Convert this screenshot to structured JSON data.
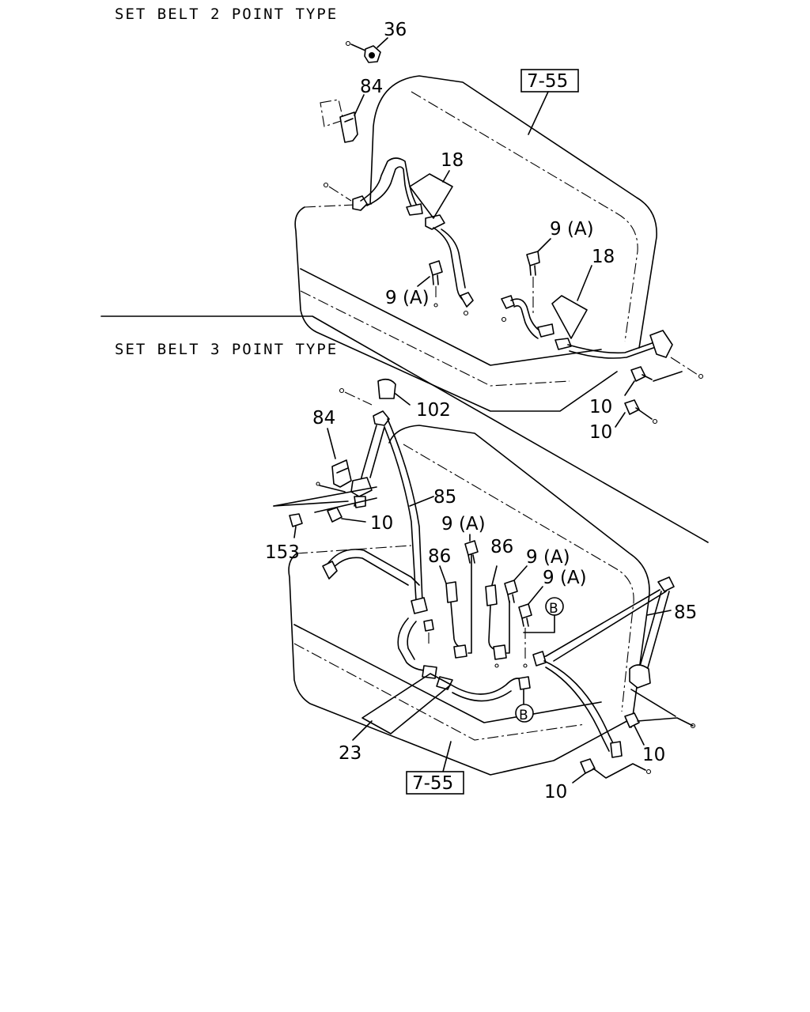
{
  "headers": {
    "two_point": "SET BELT 2 POINT TYPE",
    "three_point": "SET BELT 3 POINT TYPE"
  },
  "labels": {
    "p36": "36",
    "p84_top": "84",
    "ref_top": "7-55",
    "p18_left": "18",
    "p18_right": "18",
    "p9a_top_left": "9 (A)",
    "p9a_top_right": "9 (A)",
    "p10_top_a": "10",
    "p10_top_b": "10",
    "p102": "102",
    "p84_bottom": "84",
    "p85_left": "85",
    "p10_left": "10",
    "p153": "153",
    "p9a_bottom_1": "9 (A)",
    "p86_left": "86",
    "p86_right": "86",
    "p9a_bottom_2": "9 (A)",
    "p9a_bottom_3": "9 (A)",
    "marker_b_top": "B",
    "p85_right": "85",
    "marker_b_bottom": "B",
    "p10_bottom_right": "10",
    "p10_bottom": "10",
    "p23": "23",
    "ref_bottom": "7-55"
  }
}
